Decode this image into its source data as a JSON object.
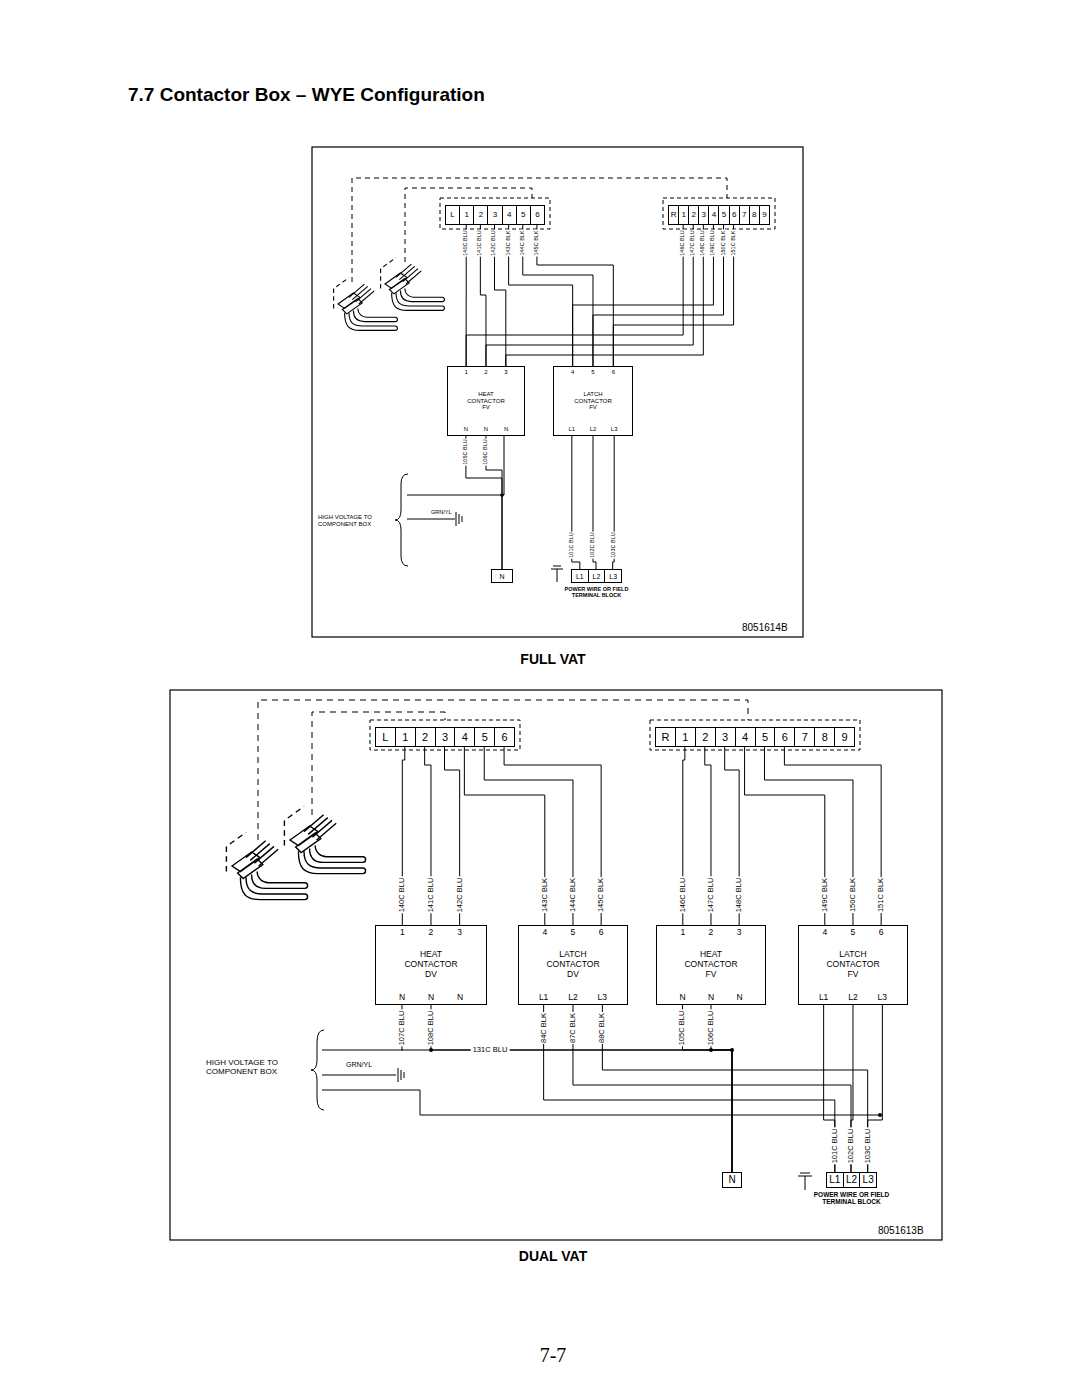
{
  "diagram": {
    "title": "7.7 Contactor Box – WYE Configuration",
    "nodes": [
      {
        "text": [
          "L",
          "1",
          "2",
          "3",
          "4",
          "5",
          "6"
        ]
      },
      {
        "text": [
          "R",
          "1",
          "2",
          "3",
          "4",
          "5",
          "6",
          "7",
          "8",
          "9"
        ]
      },
      {
        "text": [
          "1",
          "2",
          "3",
          "HEAT CONTACTOR FV",
          "N",
          "N",
          "N"
        ]
      },
      {
        "text": [
          "4",
          "5",
          "6",
          "LATCH CONTACTOR FV",
          "L1",
          "L2",
          "L3"
        ]
      },
      {
        "text": [
          "N"
        ]
      },
      {
        "text": [
          "L1",
          "L2",
          "L3",
          "POWER WIRE OR FIELD TERMINAL BLOCK"
        ]
      },
      {
        "text": [
          "L",
          "1",
          "2",
          "3",
          "4",
          "5",
          "6"
        ]
      },
      {
        "text": [
          "R",
          "1",
          "2",
          "3",
          "4",
          "5",
          "6",
          "7",
          "8",
          "9"
        ]
      },
      {
        "text": [
          "1",
          "2",
          "3",
          "HEAT CONTACTOR DV",
          "N",
          "N",
          "N"
        ]
      },
      {
        "text": [
          "4",
          "5",
          "6",
          "LATCH CONTACTOR DV",
          "L1",
          "L2",
          "L3"
        ]
      },
      {
        "text": [
          "1",
          "2",
          "3",
          "HEAT CONTACTOR FV",
          "N",
          "N",
          "N"
        ]
      },
      {
        "text": [
          "4",
          "5",
          "6",
          "LATCH CONTACTOR FV",
          "L1",
          "L2",
          "L3"
        ]
      },
      {
        "text": [
          "N"
        ]
      },
      {
        "text": [
          "L1",
          "L2",
          "L3",
          "POWER WIRE OR FIELD TERMINAL BLOCK"
        ]
      }
    ],
    "edges": [
      {
        "from": 0,
        "to": 2,
        "label": "140C BLU",
        "arrow": "none"
      },
      {
        "from": 0,
        "to": 2,
        "label": "141C BLU",
        "arrow": "none"
      },
      {
        "from": 0,
        "to": 2,
        "label": "142C BLU",
        "arrow": "none"
      },
      {
        "from": 0,
        "to": 3,
        "label": "143C BLK",
        "arrow": "none"
      },
      {
        "from": 0,
        "to": 3,
        "label": "144C BLK",
        "arrow": "none"
      },
      {
        "from": 0,
        "to": 3,
        "label": "145C BLK",
        "arrow": "none"
      },
      {
        "from": 1,
        "to": 2,
        "label": "146C BLU",
        "arrow": "none"
      },
      {
        "from": 1,
        "to": 2,
        "label": "147C BLU",
        "arrow": "none"
      },
      {
        "from": 1,
        "to": 2,
        "label": "148C BLU",
        "arrow": "none"
      },
      {
        "from": 1,
        "to": 3,
        "label": "149C BLU",
        "arrow": "none"
      },
      {
        "from": 1,
        "to": 3,
        "label": "150C BLK",
        "arrow": "none"
      },
      {
        "from": 1,
        "to": 3,
        "label": "151C BLK",
        "arrow": "none"
      },
      {
        "from": 2,
        "to": 4,
        "label": "105C BLU",
        "arrow": "none"
      },
      {
        "from": 2,
        "to": 4,
        "label": "106C BLU",
        "arrow": "none"
      },
      {
        "from": 3,
        "to": 5,
        "label": "101C BLU",
        "arrow": "none"
      },
      {
        "from": 3,
        "to": 5,
        "label": "102C BLU",
        "arrow": "none"
      },
      {
        "from": 3,
        "to": 5,
        "label": "103C BLU",
        "arrow": "none"
      },
      {
        "from": 6,
        "to": 8,
        "label": "140C BLU",
        "arrow": "none"
      },
      {
        "from": 6,
        "to": 8,
        "label": "141C BLU",
        "arrow": "none"
      },
      {
        "from": 6,
        "to": 8,
        "label": "142C BLU",
        "arrow": "none"
      },
      {
        "from": 6,
        "to": 9,
        "label": "143C BLK",
        "arrow": "none"
      },
      {
        "from": 6,
        "to": 9,
        "label": "144C BLK",
        "arrow": "none"
      },
      {
        "from": 6,
        "to": 9,
        "label": "145C BLK",
        "arrow": "none"
      },
      {
        "from": 7,
        "to": 10,
        "label": "146C BLU",
        "arrow": "none"
      },
      {
        "from": 7,
        "to": 10,
        "label": "147C BLU",
        "arrow": "none"
      },
      {
        "from": 7,
        "to": 10,
        "label": "148C BLU",
        "arrow": "none"
      },
      {
        "from": 7,
        "to": 11,
        "label": "149C BLK",
        "arrow": "none"
      },
      {
        "from": 7,
        "to": 11,
        "label": "150C BLK",
        "arrow": "none"
      },
      {
        "from": 7,
        "to": 11,
        "label": "151C BLK",
        "arrow": "none"
      },
      {
        "from": 8,
        "to": 12,
        "label": "107C BLU",
        "arrow": "none"
      },
      {
        "from": 8,
        "to": 12,
        "label": "108C BLU",
        "arrow": "none"
      },
      {
        "from": 9,
        "to": 13,
        "label": "84C BLK",
        "arrow": "none"
      },
      {
        "from": 9,
        "to": 13,
        "label": "87C BLK",
        "arrow": "none"
      },
      {
        "from": 9,
        "to": 13,
        "label": "88C BLK",
        "arrow": "none"
      },
      {
        "from": 10,
        "to": 12,
        "label": "105C BLU",
        "arrow": "none"
      },
      {
        "from": 10,
        "to": 12,
        "label": "106C BLU",
        "arrow": "none"
      },
      {
        "from": 11,
        "to": 13,
        "label": "101C BLU",
        "arrow": "none"
      },
      {
        "from": 11,
        "to": 13,
        "label": "102C BLU",
        "arrow": "none"
      },
      {
        "from": 11,
        "to": 13,
        "label": "103C BLU",
        "arrow": "none"
      }
    ],
    "labels": [
      "HIGH VOLTAGE TO COMPONENT BOX",
      "GRN/YL",
      "8051614B",
      "FULL VAT",
      "HIGH VOLTAGE TO COMPONENT BOX",
      "GRN/YL",
      "131C BLU",
      "8051613B",
      "DUAL VAT",
      "7-7"
    ]
  }
}
